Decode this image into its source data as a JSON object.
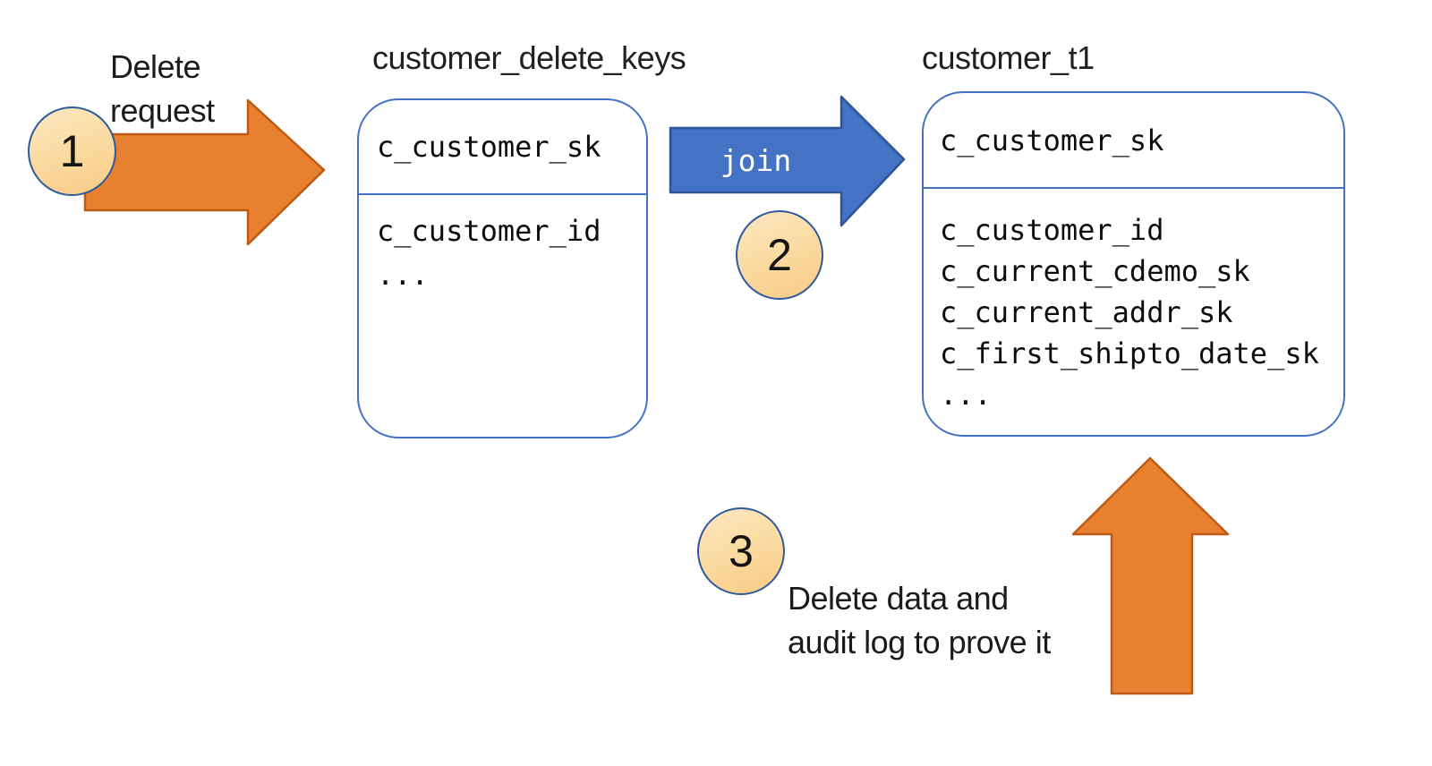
{
  "colors": {
    "orange_fill": "#E8802F",
    "orange_stroke": "#BD5B16",
    "blue_fill": "#4472C4",
    "blue_stroke": "#2F5597",
    "badge_fill_light": "#FCE7C1",
    "badge_fill_dark": "#F8CB85",
    "badge_stroke": "#2E5B9F",
    "table_border": "#4472C4",
    "text": "#1B1B1B",
    "join_text": "#FFFFFF"
  },
  "badges": [
    {
      "number": "1"
    },
    {
      "number": "2"
    },
    {
      "number": "3"
    }
  ],
  "annotations": {
    "delete_request_line1": "Delete",
    "delete_request_line2": "request",
    "delete_data_line1": "Delete data and",
    "delete_data_line2": "audit log to prove it"
  },
  "join_arrow": {
    "label": "join"
  },
  "tables": [
    {
      "title": "customer_delete_keys",
      "header": "c_customer_sk",
      "rows": [
        "c_customer_id",
        "..."
      ]
    },
    {
      "title": "customer_t1",
      "header": "c_customer_sk",
      "rows": [
        "c_customer_id",
        "c_current_cdemo_sk",
        "c_current_addr_sk",
        "c_first_shipto_date_sk",
        "..."
      ]
    }
  ]
}
